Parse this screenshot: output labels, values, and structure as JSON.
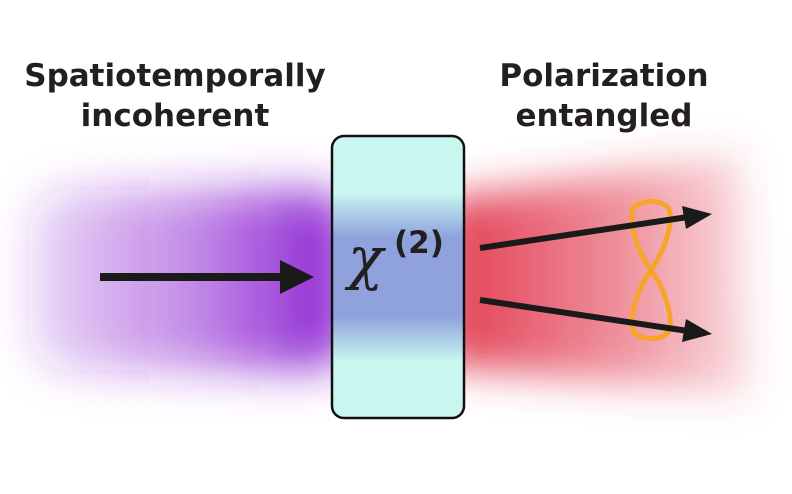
{
  "labels": {
    "input_line1": "Spatiotemporally",
    "input_line2": "incoherent",
    "output_line1": "Polarization",
    "output_line2": "entangled"
  },
  "crystal": {
    "symbol": "χ",
    "order": "(2)"
  },
  "colors": {
    "text": "#231f20",
    "arrow": "#1a1a1a",
    "input_beam": "#8a1fd0",
    "crystal_fill": "#c9f7f0",
    "crystal_center": "#8fa2dc",
    "output_beam": "#e23b50",
    "polarization_loops": "#f7a42a"
  },
  "icons": {
    "input_arrow": "right-arrow",
    "output_arrow_upper": "right-arrow",
    "output_arrow_lower": "right-arrow",
    "polarization_symbol": "figure-eight-loops"
  }
}
